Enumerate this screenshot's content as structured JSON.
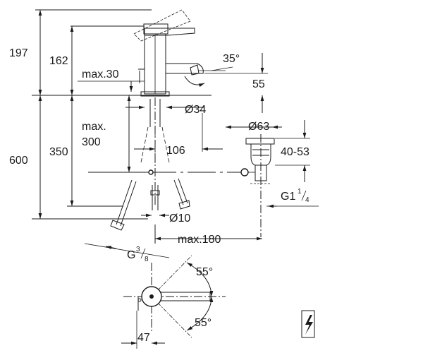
{
  "dimensions": {
    "h197": "197",
    "h162": "162",
    "max30": "max.30",
    "angle35": "35°",
    "d55": "55",
    "dia34": "Ø34",
    "dia63": "Ø63",
    "max300_a": "max.",
    "max300_b": "300",
    "h600": "600",
    "h350": "350",
    "d106": "106",
    "range4053": "40-53",
    "g114_main": "G1",
    "g114_num": "1",
    "g114_den": "4",
    "dia10": "Ø10",
    "max180": "max.180",
    "g38_main": "G",
    "g38_num": "3",
    "g38_den": "8",
    "angle55_top": "55°",
    "angle55_bottom": "55°",
    "d47": "47"
  },
  "symbols": {
    "electrical": "lightning-bolt-icon"
  }
}
